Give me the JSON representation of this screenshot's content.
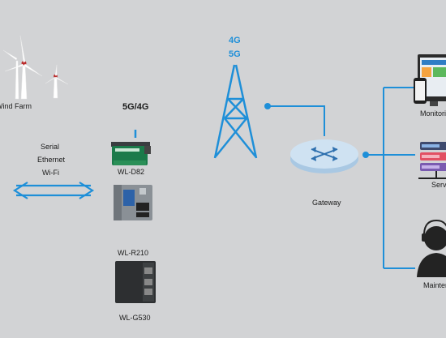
{
  "labels": {
    "wind_farm": "Wind Farm",
    "network_type": "5G/4G",
    "tower_4g": "4G",
    "tower_5g": "5G",
    "protocols": [
      "Serial",
      "Ethernet",
      "Wi-Fi"
    ],
    "devices": [
      "WL-D82",
      "WL-R210",
      "WL-G530"
    ],
    "gateway": "Gateway",
    "right_nodes": [
      "Monitoring",
      "Server",
      "Maintenance"
    ]
  },
  "colors": {
    "background": "#d2d3d5",
    "accent": "#1e8fd8",
    "device_dark": "#2d2f31",
    "device_green": "#1b7a4a"
  },
  "icons": [
    "wind-turbine-icon",
    "signal-tower-icon",
    "gateway-router-icon",
    "monitor-icon",
    "server-stack-icon",
    "maintenance-person-icon",
    "bidirectional-arrow-icon"
  ]
}
